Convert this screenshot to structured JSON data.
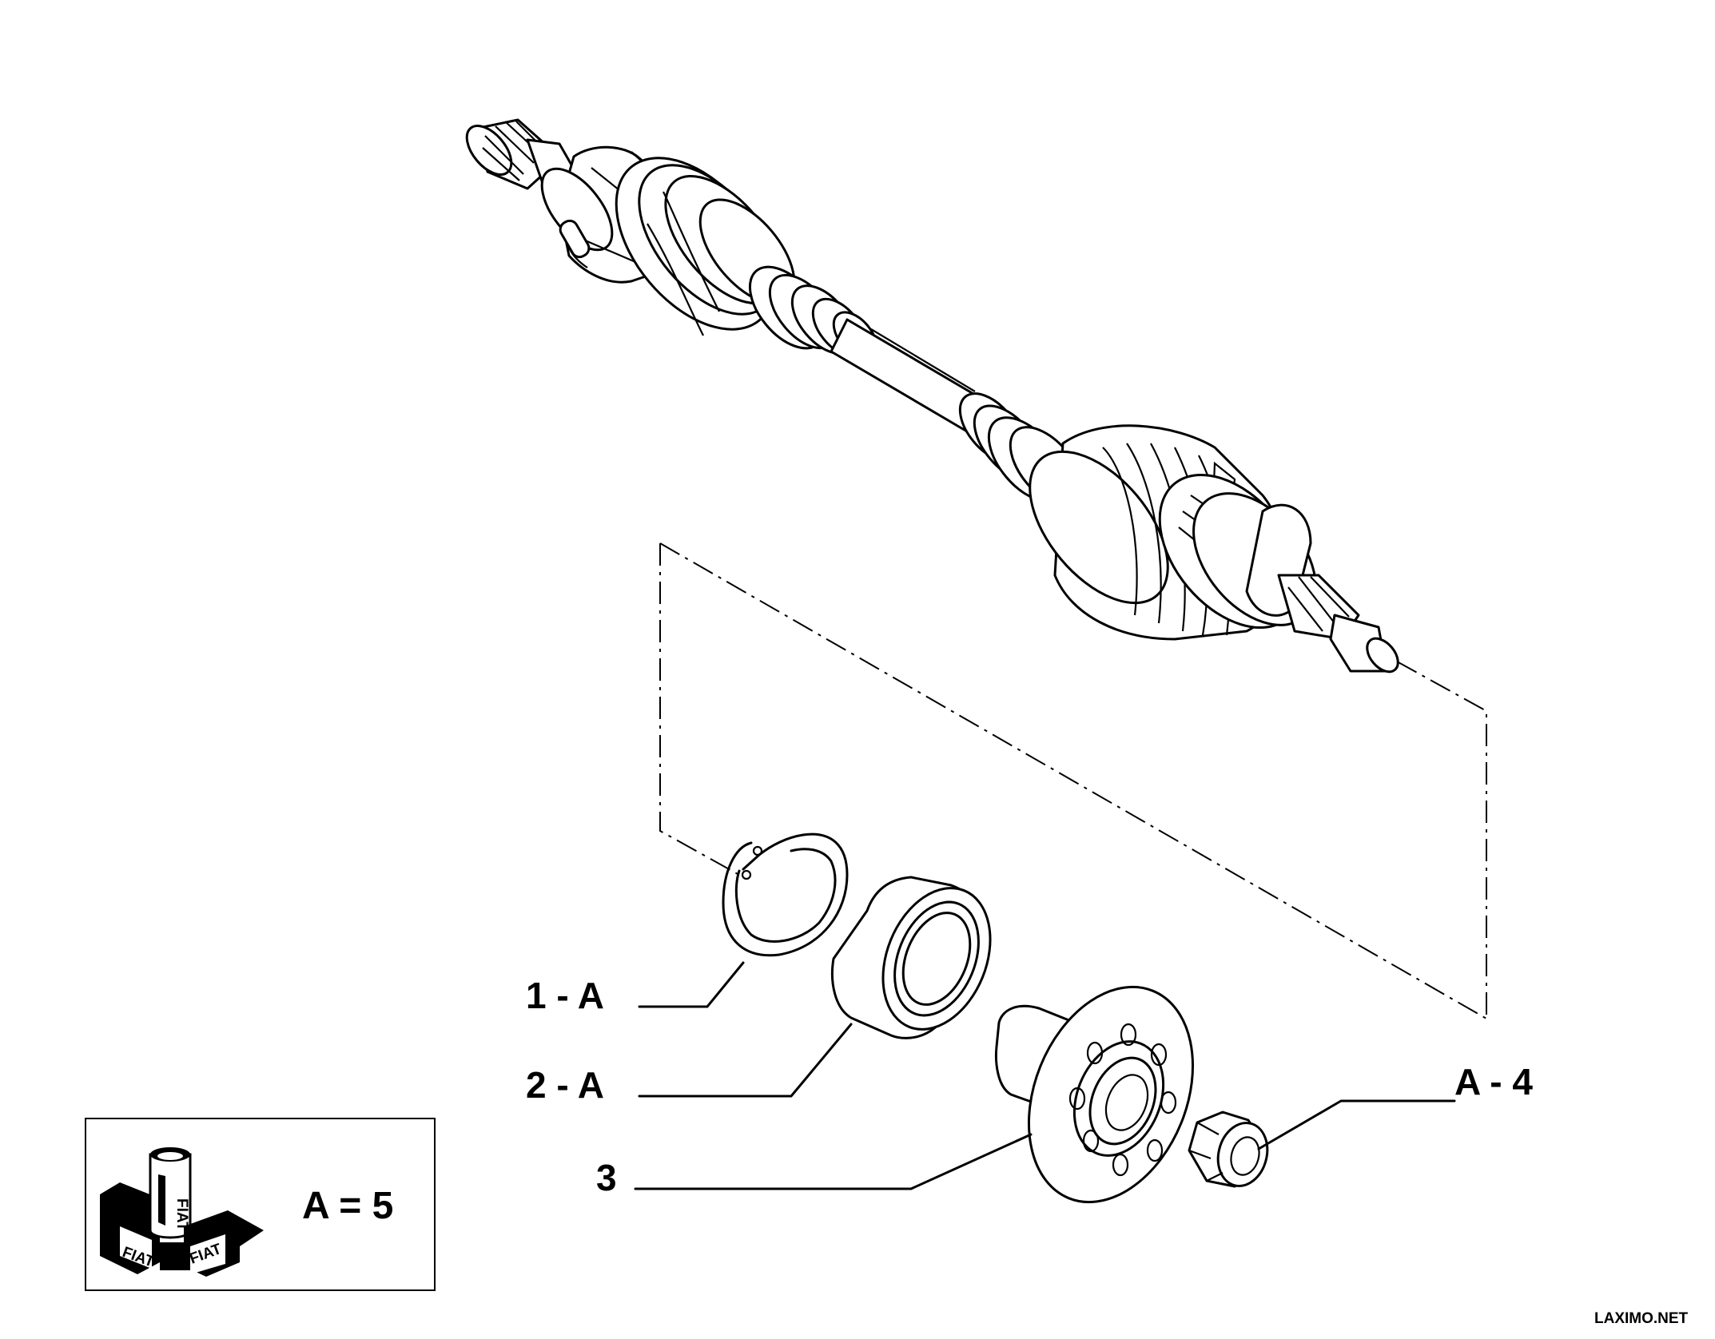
{
  "callouts": [
    {
      "id": "p1",
      "label": "1 - A"
    },
    {
      "id": "p2",
      "label": "2 - A"
    },
    {
      "id": "p3",
      "label": "3"
    },
    {
      "id": "p4",
      "label": "A - 4"
    }
  ],
  "legend": {
    "text": "A = 5",
    "icon": "lubricant-pack-icon"
  },
  "watermark": "LAXIMO.NET"
}
